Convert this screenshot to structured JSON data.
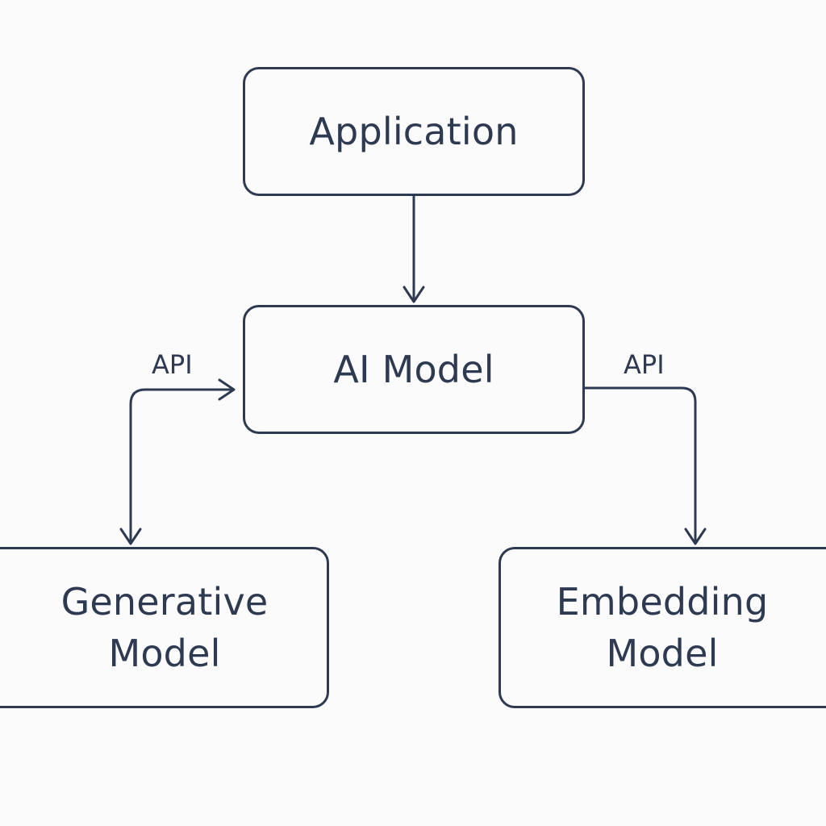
{
  "diagram": {
    "nodes": {
      "application": {
        "label": "Application"
      },
      "ai_model": {
        "label": "AI Model"
      },
      "generative_model": {
        "label": "Generative\nModel"
      },
      "embedding_model": {
        "label": "Embedding\nModel"
      }
    },
    "edges": {
      "app_to_ai": {
        "from": "Application",
        "to": "AI Model"
      },
      "ai_generative": {
        "between": [
          "AI Model",
          "Generative Model"
        ],
        "label": "API",
        "bidirectional": true
      },
      "ai_to_embedding": {
        "from": "AI Model",
        "to": "Embedding Model",
        "label": "API"
      }
    },
    "colors": {
      "stroke": "#2e3a52",
      "text": "#2e3a52",
      "background": "#fbfbfb"
    }
  }
}
